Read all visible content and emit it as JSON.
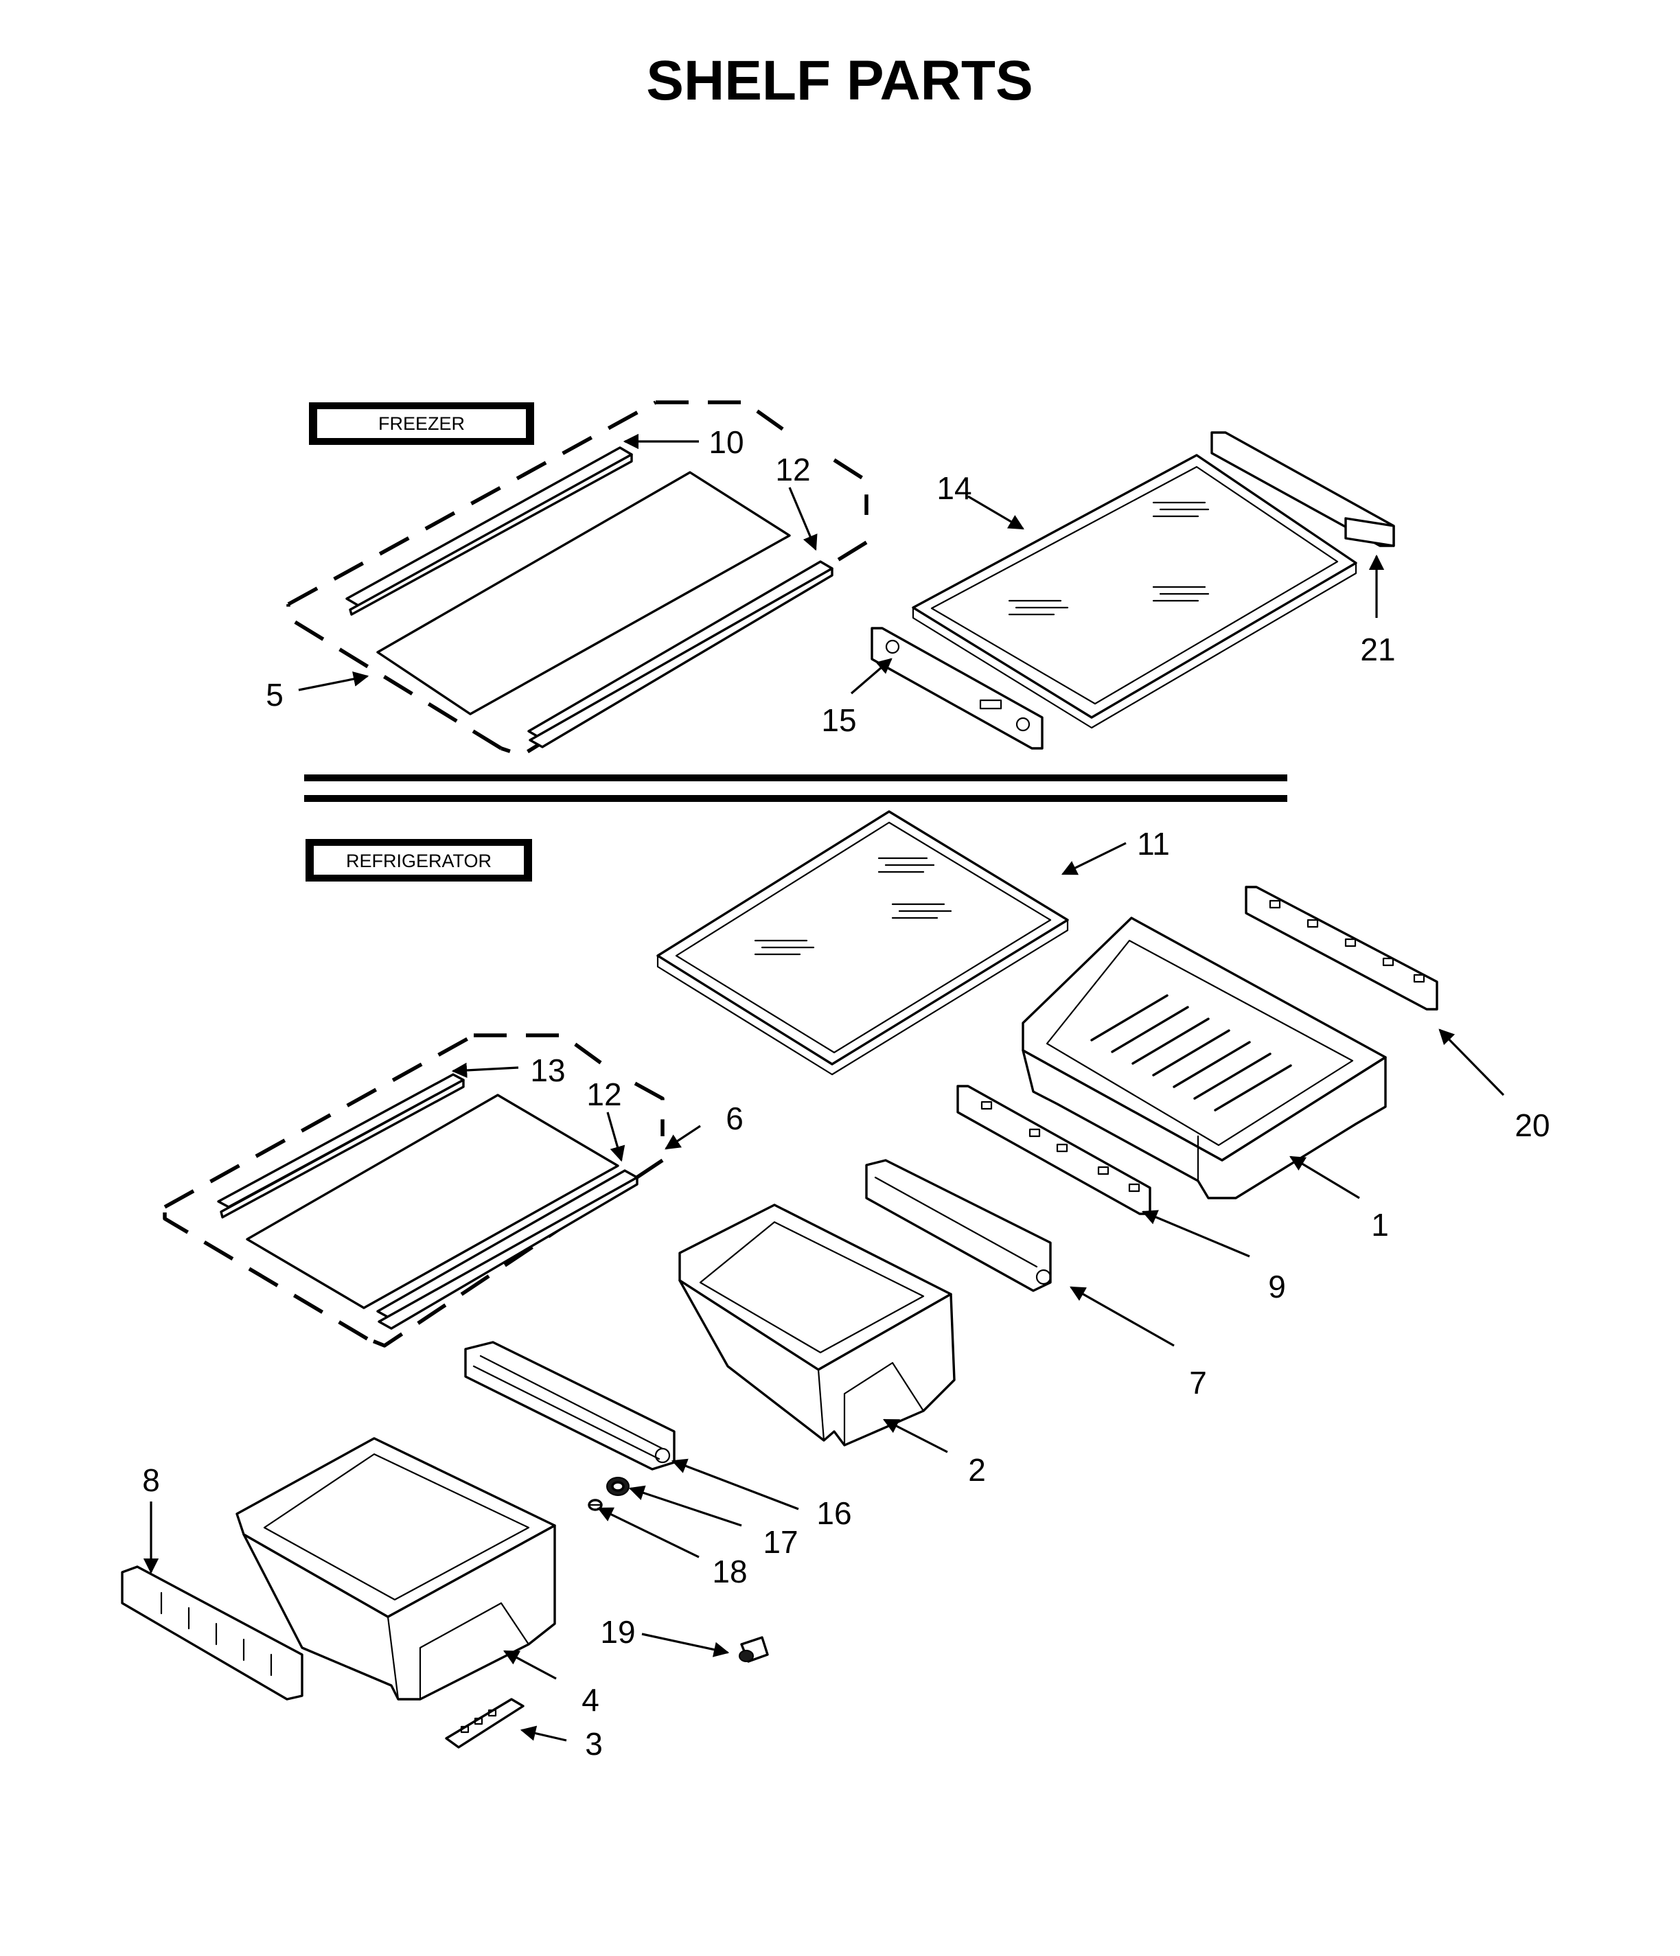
{
  "title": "SHELF PARTS",
  "sections": {
    "freezer": "FREEZER",
    "refrigerator": "REFRIGERATOR"
  },
  "callouts": {
    "c1": "1",
    "c2": "2",
    "c3": "3",
    "c4": "4",
    "c5": "5",
    "c6": "6",
    "c7": "7",
    "c8": "8",
    "c9": "9",
    "c10": "10",
    "c11": "11",
    "c12a": "12",
    "c12b": "12",
    "c13": "13",
    "c14": "14",
    "c15": "15",
    "c16": "16",
    "c17": "17",
    "c18": "18",
    "c19": "19",
    "c20": "20",
    "c21": "21"
  }
}
